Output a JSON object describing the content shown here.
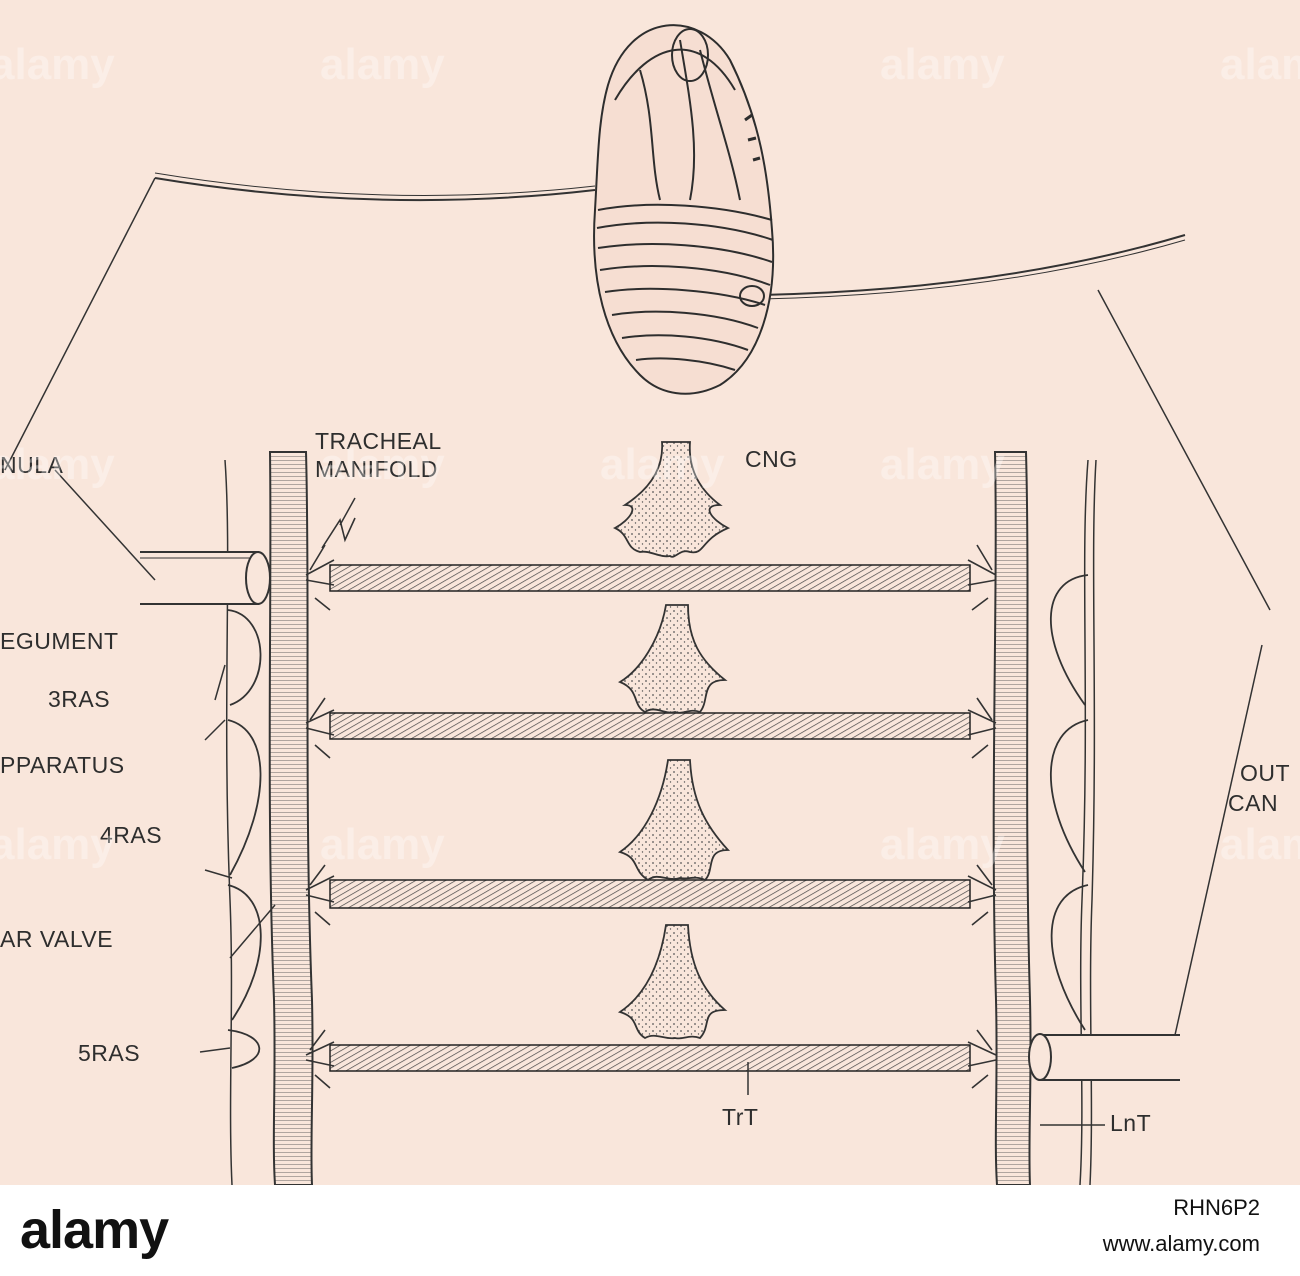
{
  "labels": {
    "cannula_left": "NULA",
    "tracheal_manifold_1": "TRACHEAL",
    "tracheal_manifold_2": "MANIFOLD",
    "cng": "CNG",
    "integument": "EGUMENT",
    "ras3": "3RAS",
    "apparatus": "PPARATUS",
    "ras4": "4RAS",
    "valve": "AR  VALVE",
    "ras5": "5RAS",
    "trt": "TrT",
    "lnt": "LnT",
    "outer_1": "OUT",
    "outer_2": "CAN"
  },
  "watermark": {
    "text": "alamy"
  },
  "footer": {
    "logo": "alamy",
    "image_id": "RHN6P2",
    "url": "www.alamy.com"
  },
  "colors": {
    "background": "#f9e6db",
    "ink": "#2e2e2e",
    "footer_bg": "#ffffff"
  }
}
